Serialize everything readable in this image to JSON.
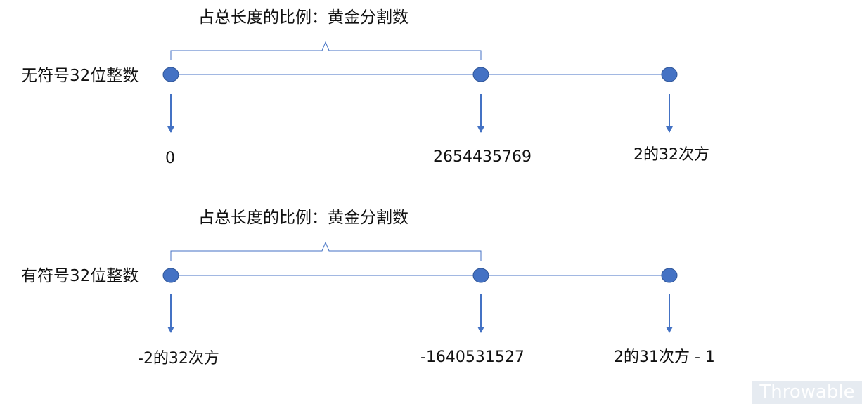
{
  "colors": {
    "point_fill": "#4472c4",
    "point_stroke": "#2f5597",
    "axis_line": "#4472c4",
    "arrow": "#4472c4",
    "bracket": "#4472c4",
    "text": "#111111"
  },
  "unsigned": {
    "row_label": "无符号32位整数",
    "bracket_label": "占总长度的比例：黄金分割数",
    "values": [
      "0",
      "2654435769",
      "2的32次方"
    ]
  },
  "signed": {
    "row_label": "有符号32位整数",
    "bracket_label": "占总长度的比例：黄金分割数",
    "values": [
      "-2的32次方",
      "-1640531527",
      "2的31次方 - 1"
    ]
  },
  "watermark": "Throwable"
}
